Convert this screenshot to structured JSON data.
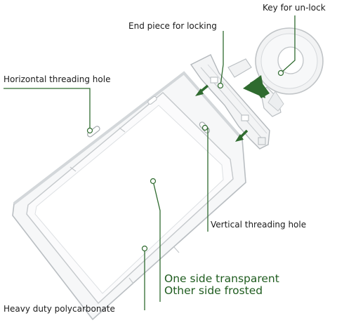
{
  "labels": {
    "key": "Key for un-lock",
    "end_piece": "End piece for locking",
    "horizontal_hole": "Horizontal threading hole",
    "vertical_hole": "Vertical threading hole",
    "transparent_line1": "One side transparent",
    "transparent_line2": "Other side frosted",
    "material": "Heavy duty polycarbonate"
  },
  "colors": {
    "callout": "#2f6b2f",
    "text": "#1a1a1a",
    "arrow": "#2f6b2f",
    "outline": "#b9bec2"
  }
}
